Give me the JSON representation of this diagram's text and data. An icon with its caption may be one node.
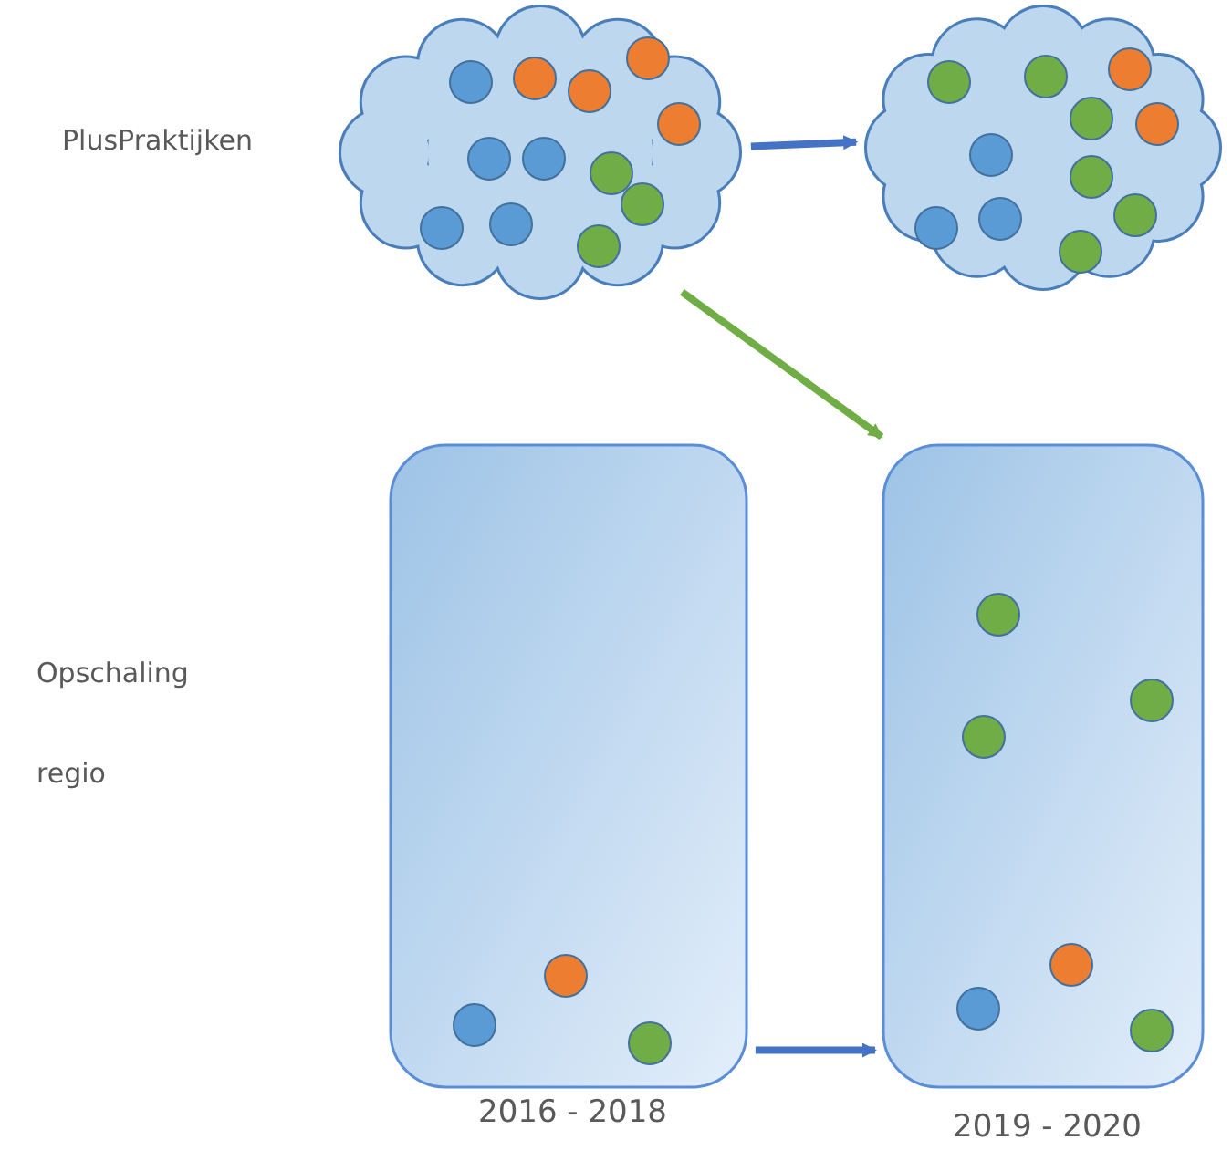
{
  "diagram": {
    "nodes": [
      {
        "text": [],
        "shape": "cloud"
      },
      {
        "text": [],
        "shape": "cloud"
      },
      {
        "text": [],
        "shape": "box"
      },
      {
        "text": [],
        "shape": "box"
      }
    ],
    "edges": [
      {
        "from": 0,
        "to": 1,
        "arrow": "to"
      },
      {
        "from": 0,
        "to": 3,
        "arrow": "to",
        "color": "#70ad47"
      },
      {
        "from": 2,
        "to": 3,
        "arrow": "to"
      }
    ],
    "labels": [
      "PlusPraktijken",
      "Opschaling regio",
      "2016 - 2018",
      "2019 - 2020"
    ]
  }
}
